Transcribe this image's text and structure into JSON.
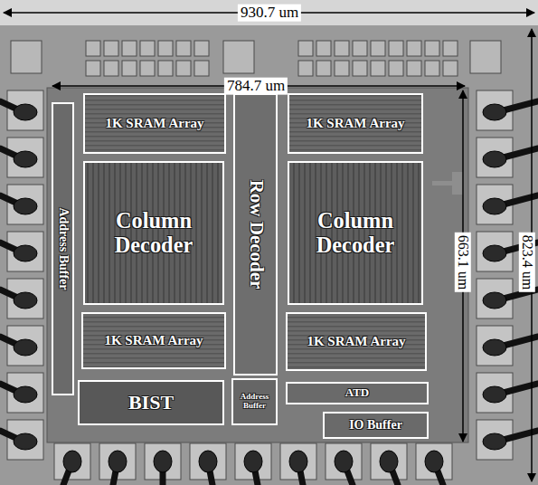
{
  "diagram": {
    "nodes": [
      {
        "text": [
          "Address Buffer"
        ]
      },
      {
        "text": [
          "1K SRAM Array"
        ]
      },
      {
        "text": [
          "Row Decoder"
        ]
      },
      {
        "text": [
          "1K SRAM Array"
        ]
      },
      {
        "text": [
          "Column Decoder"
        ]
      },
      {
        "text": [
          "Column Decoder"
        ]
      },
      {
        "text": [
          "1K SRAM Array"
        ]
      },
      {
        "text": [
          "1K SRAM Array"
        ]
      },
      {
        "text": [
          "BIST"
        ]
      },
      {
        "text": [
          "Address Buffer"
        ]
      },
      {
        "text": [
          "ATD"
        ]
      },
      {
        "text": [
          "IO Buffer"
        ]
      }
    ],
    "edges": [],
    "labels": [
      "930.7 um",
      "784.7 um",
      "663.1 um",
      "823.4 um"
    ]
  }
}
